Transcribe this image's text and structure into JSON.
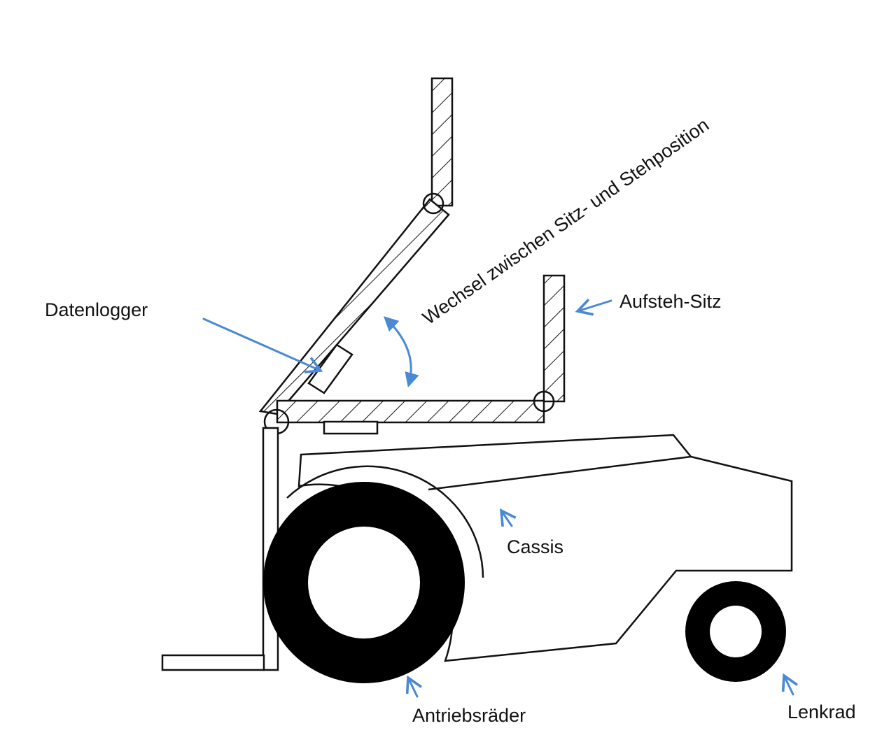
{
  "labels": {
    "datenlogger": "Datenlogger",
    "aufsteh_sitz": "Aufsteh-Sitz",
    "wechsel": "Wechsel zwischen Sitz- und Stehposition",
    "cassis": "Cassis",
    "antriebsraeder": "Antriebsräder",
    "lenkrad": "Lenkrad"
  },
  "colors": {
    "line": "#111111",
    "arrow": "#4a8ad4",
    "wheel": "#000000",
    "background": "#ffffff"
  }
}
